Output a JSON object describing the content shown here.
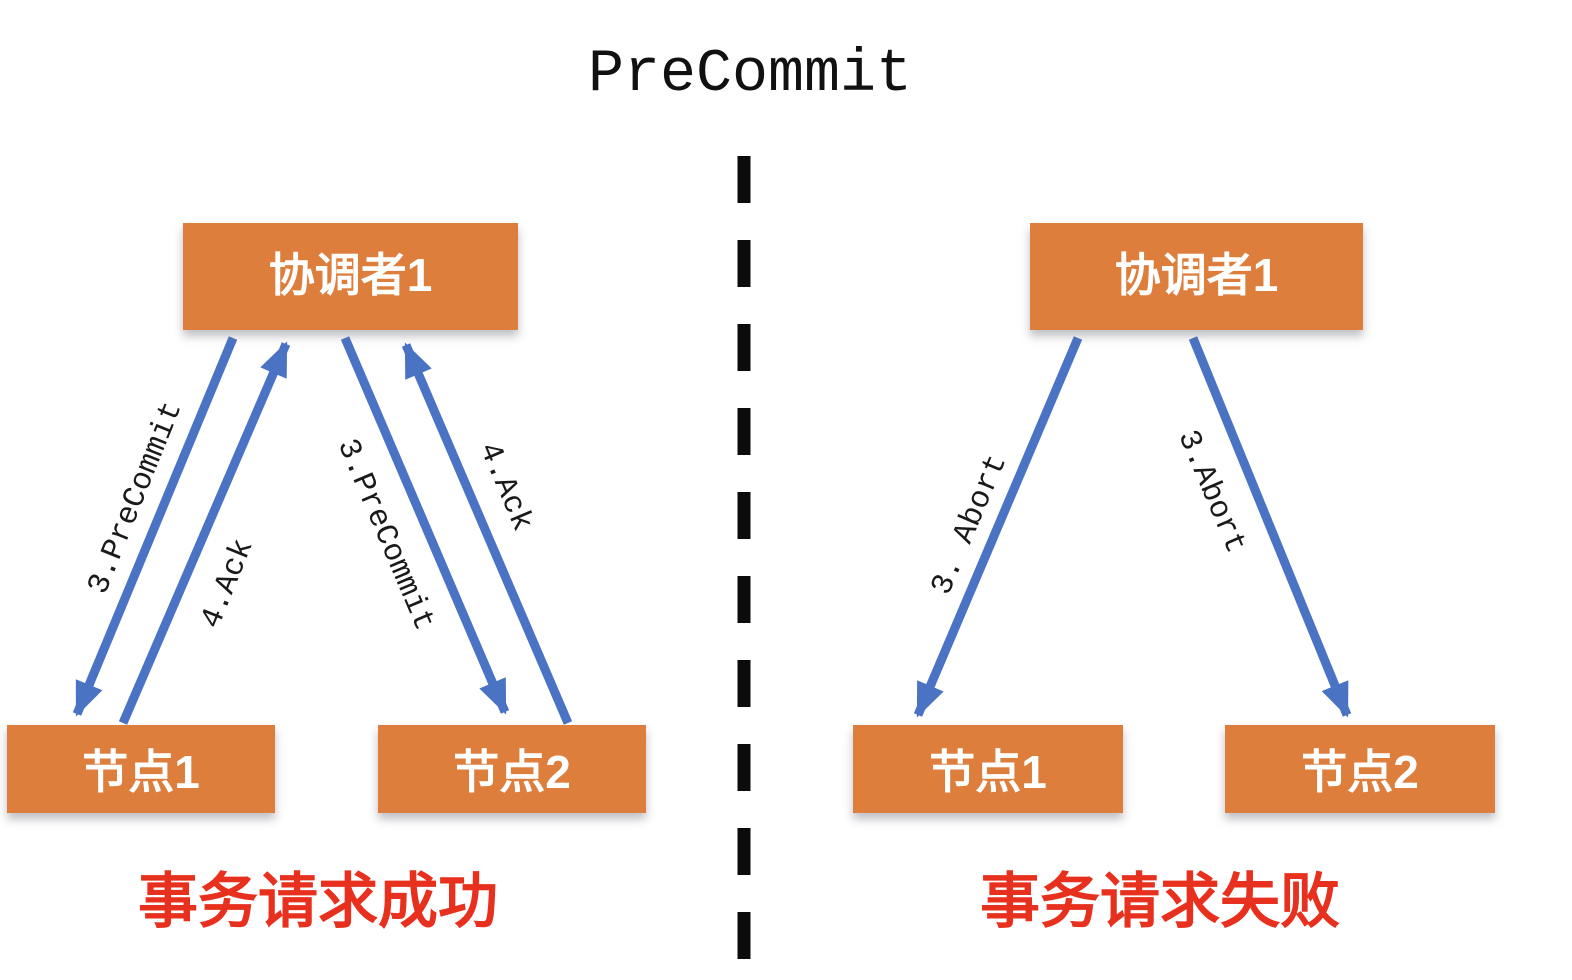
{
  "title": "PreCommit",
  "colors": {
    "box_orange": "#DD7E3D",
    "arrow_blue": "#4A73C4",
    "caption_red": "#E8301E",
    "divider_black": "#0B0B0B",
    "box_text_white": "#FFFFFF"
  },
  "left_panel": {
    "coordinator_label": "协调者1",
    "node1_label": "节点1",
    "node2_label": "节点2",
    "caption": "事务请求成功",
    "arrows": [
      {
        "label": "3.PreCommit",
        "from": "coordinator",
        "to": "node1",
        "direction": "down"
      },
      {
        "label": "4.Ack",
        "from": "node1",
        "to": "coordinator",
        "direction": "up"
      },
      {
        "label": "3.PreCommit",
        "from": "coordinator",
        "to": "node2",
        "direction": "down"
      },
      {
        "label": "4.Ack",
        "from": "node2",
        "to": "coordinator",
        "direction": "up"
      }
    ]
  },
  "right_panel": {
    "coordinator_label": "协调者1",
    "node1_label": "节点1",
    "node2_label": "节点2",
    "caption": "事务请求失败",
    "arrows": [
      {
        "label": "3. Abort",
        "from": "coordinator",
        "to": "node1",
        "direction": "down"
      },
      {
        "label": "3.Abort",
        "from": "coordinator",
        "to": "node2",
        "direction": "down"
      }
    ]
  }
}
